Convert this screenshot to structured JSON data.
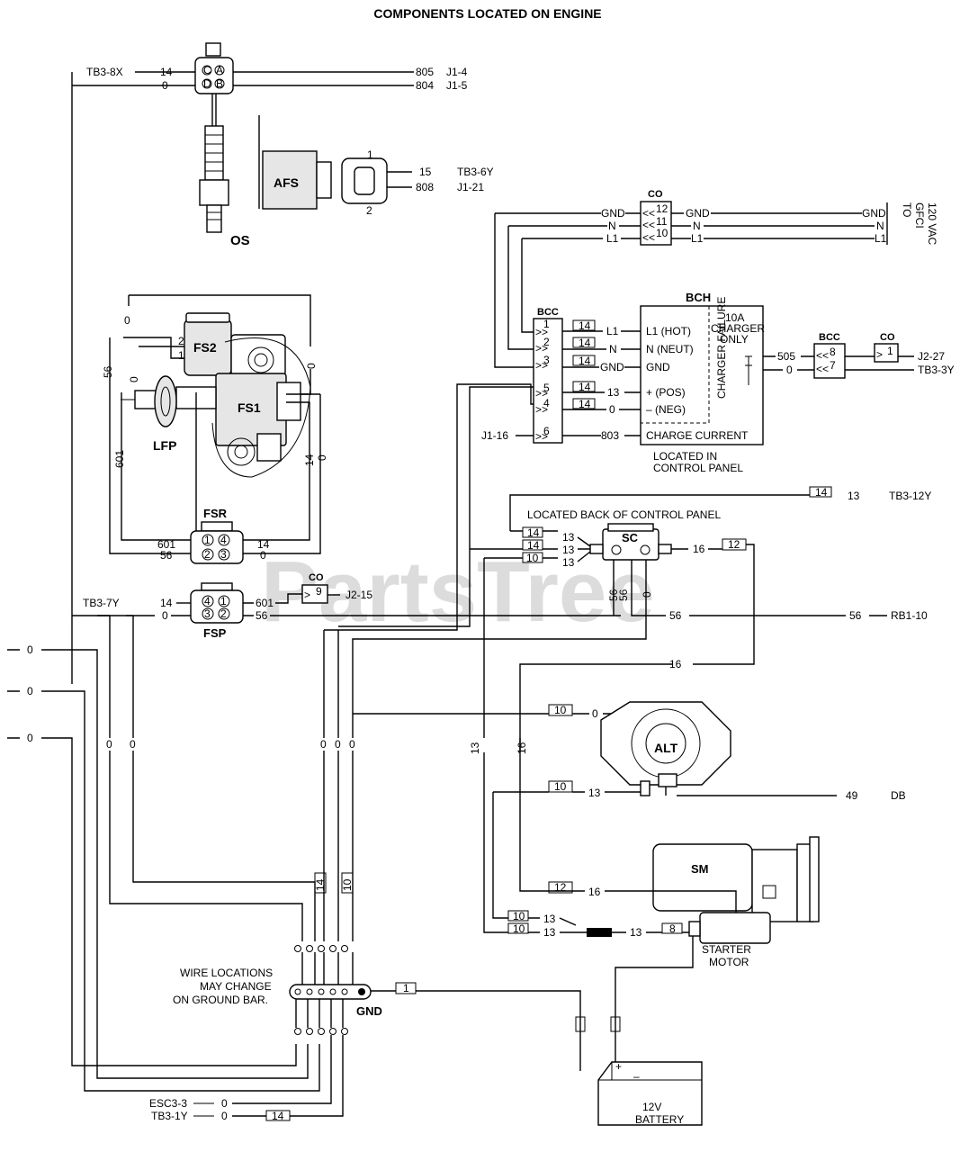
{
  "title": "COMPONENTS LOCATED ON ENGINE",
  "watermark": "PartsTree",
  "components": {
    "os": "OS",
    "afs": "AFS",
    "fs2": "FS2",
    "fs1": "FS1",
    "lfp": "LFP",
    "fsr": "FSR",
    "fsp": "FSP",
    "co": "CO",
    "bcc": "BCC",
    "bch": "BCH",
    "sc": "SC",
    "alt": "ALT",
    "sm": "SM",
    "starter_motor": [
      "STARTER",
      "MOTOR"
    ],
    "battery": [
      "12V",
      "BATTERY"
    ],
    "gnd": "GND"
  },
  "os_wires": {
    "left_top_label": "TB3-8X",
    "left_top_wire": "14",
    "left_bot_wire": "0",
    "right_top_wire": "805",
    "right_top_dest": "J1-4",
    "right_bot_wire": "804",
    "right_bot_dest": "J1-5"
  },
  "afs_wires": {
    "pin1": "1",
    "pin2": "2",
    "top_wire": "15",
    "top_dest": "TB3-6Y",
    "bot_wire": "808",
    "bot_dest": "J1-21"
  },
  "co_top": {
    "pins": [
      "12",
      "11",
      "10"
    ],
    "left": [
      "GND",
      "N",
      "L1"
    ],
    "right": [
      "GND",
      "N",
      "L1"
    ],
    "right_end": [
      "GND",
      "N",
      "L1"
    ],
    "dest": [
      "TO",
      "GFCI",
      "120 VAC"
    ]
  },
  "bcc": {
    "pins": [
      "1",
      "2",
      "3",
      "5",
      "4",
      "6"
    ],
    "tags": [
      "14",
      "14",
      "14",
      "14",
      "14"
    ],
    "left_label": "J1-16"
  },
  "bch": {
    "rows": [
      "L1",
      "N",
      "GND",
      "13",
      "0",
      "803"
    ],
    "labels": [
      "L1 (HOT)",
      "N (NEUT)",
      "GND",
      "+ (POS)",
      "– (NEG)",
      "CHARGE CURRENT"
    ],
    "charger_only": [
      "10A",
      "CHARGER",
      "ONLY"
    ],
    "charger_failure": "CHARGER FAILURE",
    "location": [
      "LOCATED IN",
      "CONTROL PANEL"
    ]
  },
  "bcc_right": {
    "pins": [
      "8",
      "7"
    ],
    "wires": [
      "505",
      "0"
    ],
    "co_pin": "1",
    "dests": [
      "J2-27",
      "TB3-3Y"
    ]
  },
  "fs_wires": {
    "fs2_pins": [
      "2",
      "1"
    ],
    "left_wires": [
      "0",
      "56",
      "0",
      "601"
    ],
    "right_wires": [
      "0",
      "14",
      "0"
    ]
  },
  "fsr": {
    "pins": [
      "1",
      "2",
      "4",
      "3"
    ],
    "left": [
      "601",
      "56"
    ],
    "right": [
      "14",
      "0"
    ]
  },
  "fsp": {
    "pins": [
      "4",
      "3",
      "1",
      "2"
    ],
    "left_label": "TB3-7Y",
    "left": [
      "14",
      "0"
    ],
    "right": [
      "601",
      "56"
    ],
    "co_pin": "9",
    "co_dest": "J2-15"
  },
  "sc": {
    "location": "LOCATED BACK OF CONTROL PANEL",
    "top_tag": "14",
    "top_wire": "13",
    "top_dest": "TB3-12Y",
    "left_tags": [
      "14",
      "14",
      "10"
    ],
    "left_wires": [
      "13",
      "13",
      "13"
    ],
    "right_wire": "16",
    "right_tag": "12",
    "bottom_wires": [
      "56",
      "56",
      "0"
    ],
    "rb_wire": "56",
    "rb_wire2": "56",
    "rb_dest": "RB1-10",
    "wire16": "16"
  },
  "alt": {
    "tag_top": "10",
    "wire_top": "0",
    "tag_mid": "10",
    "wire_mid": "13",
    "db_wire": "49",
    "db_dest": "DB",
    "vertical": [
      "13",
      "16"
    ]
  },
  "sm_wires": {
    "tag16": "12",
    "wire16": "16",
    "tags": [
      "10",
      "10"
    ],
    "wires13": [
      "13",
      "13"
    ],
    "wire13b": "13",
    "tag8": "8"
  },
  "left_zeros": [
    "0",
    "0",
    "0"
  ],
  "mid_zeros": [
    "0",
    "0",
    "0",
    "0",
    "0"
  ],
  "ground_bar": {
    "note": [
      "WIRE LOCATIONS",
      "MAY CHANGE",
      "ON GROUND BAR."
    ],
    "tag": "1",
    "harness_tags": [
      "14",
      "10"
    ]
  },
  "bottom": {
    "esc": "ESC3-3",
    "esc_wire": "0",
    "tb": "TB3-1Y",
    "tb_wire": "0",
    "tb_tag": "14"
  }
}
